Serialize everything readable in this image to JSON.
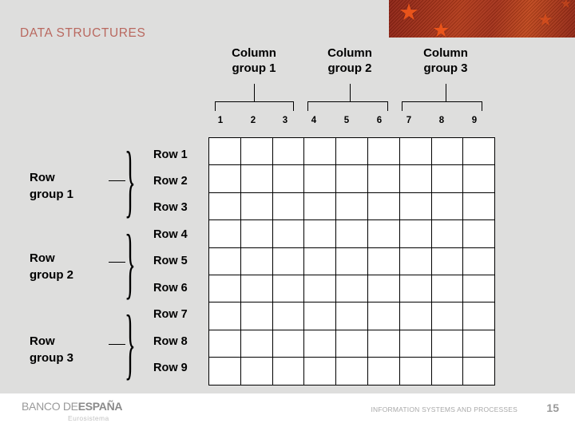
{
  "slide": {
    "title": "DATA STRUCTURES",
    "background_color": "#dededd",
    "title_color": "#b9685f"
  },
  "banner": {
    "name": "flag-banner",
    "colors": [
      "#8d2214",
      "#b23a19",
      "#f0571b"
    ],
    "stars": [
      "★",
      "★",
      "★",
      "★"
    ]
  },
  "column_groups": [
    {
      "label_line1": "Column",
      "label_line2": "group 1",
      "columns": [
        "1",
        "2",
        "3"
      ]
    },
    {
      "label_line1": "Column",
      "label_line2": "group 2",
      "columns": [
        "4",
        "5",
        "6"
      ]
    },
    {
      "label_line1": "Column",
      "label_line2": "group 3",
      "columns": [
        "7",
        "8",
        "9"
      ]
    }
  ],
  "column_numbers": [
    "1",
    "2",
    "3",
    "4",
    "5",
    "6",
    "7",
    "8",
    "9"
  ],
  "row_groups": [
    {
      "label_line1": "Row",
      "label_line2": "group 1",
      "rows": [
        "Row 1",
        "Row 2",
        "Row 3"
      ],
      "brace": "}"
    },
    {
      "label_line1": "Row",
      "label_line2": "group 2",
      "rows": [
        "Row 4",
        "Row 5",
        "Row 6"
      ],
      "brace": "}"
    },
    {
      "label_line1": "Row",
      "label_line2": "group 3",
      "rows": [
        "Row 7",
        "Row 8",
        "Row 9"
      ],
      "brace": "}"
    }
  ],
  "row_labels": [
    "Row 1",
    "Row 2",
    "Row 3",
    "Row 4",
    "Row 5",
    "Row 6",
    "Row 7",
    "Row 8",
    "Row 9"
  ],
  "grid": {
    "rows": 9,
    "columns": 9,
    "cell_background": "#ffffff",
    "border_color": "#000000",
    "cells": [
      [
        "",
        "",
        "",
        "",
        "",
        "",
        "",
        "",
        ""
      ],
      [
        "",
        "",
        "",
        "",
        "",
        "",
        "",
        "",
        ""
      ],
      [
        "",
        "",
        "",
        "",
        "",
        "",
        "",
        "",
        ""
      ],
      [
        "",
        "",
        "",
        "",
        "",
        "",
        "",
        "",
        ""
      ],
      [
        "",
        "",
        "",
        "",
        "",
        "",
        "",
        "",
        ""
      ],
      [
        "",
        "",
        "",
        "",
        "",
        "",
        "",
        "",
        ""
      ],
      [
        "",
        "",
        "",
        "",
        "",
        "",
        "",
        "",
        ""
      ],
      [
        "",
        "",
        "",
        "",
        "",
        "",
        "",
        "",
        ""
      ],
      [
        "",
        "",
        "",
        "",
        "",
        "",
        "",
        "",
        ""
      ]
    ]
  },
  "footer": {
    "brand_light": "BANCO DE",
    "brand_bold": "ESPAÑA",
    "brand_tagline": "Eurosistema",
    "subject": "INFORMATION SYSTEMS AND PROCESSES",
    "page_number": "15"
  }
}
